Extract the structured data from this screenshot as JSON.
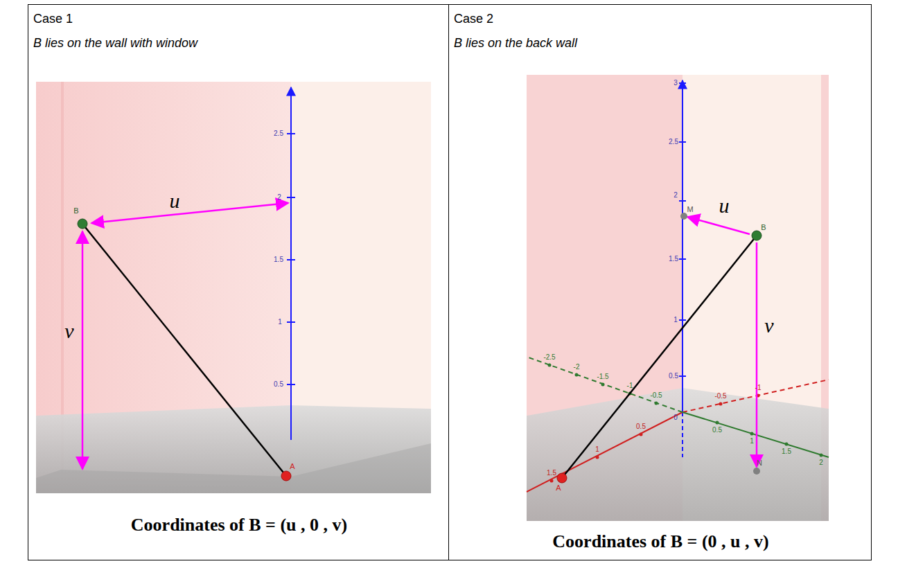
{
  "diagram": {
    "nodes": [
      {
        "text": [
          "Case 1",
          "B lies on the wall with window",
          "Coordinates of B = (u , 0 , v)"
        ]
      },
      {
        "text": [
          "Case 2",
          "B lies on the back wall",
          "Coordinates of B = (0 , u , v)"
        ]
      }
    ],
    "labels": [
      "2.5",
      "2",
      "1.5",
      "1",
      "0.5",
      "B",
      "A",
      "u",
      "v",
      "3",
      "2.5",
      "2",
      "1.5",
      "1",
      "0.5",
      "M",
      "B",
      "N",
      "A",
      "u",
      "v",
      "0",
      "1.5",
      "1",
      "0.5",
      "-0.5",
      "-1",
      "-2.5",
      "-2",
      "-1.5",
      "-1",
      "-0.5",
      "0.5",
      "1",
      "1.5",
      "2"
    ]
  }
}
